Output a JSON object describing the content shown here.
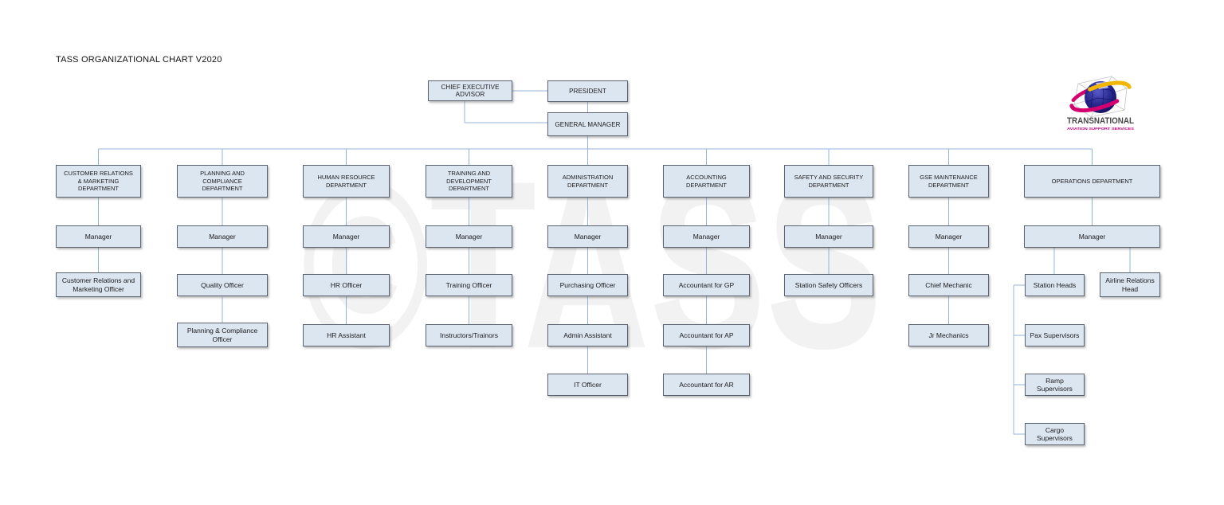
{
  "title": "TASS ORGANIZATIONAL CHART V2020",
  "watermark": "©TASS",
  "logo": {
    "name": "TRANSNATIONAL",
    "tagline": "AVIATION SUPPORT SERVICES",
    "globe_color": "#24248a",
    "swoosh_pink": "#d4006e",
    "swoosh_yellow": "#f2b705"
  },
  "colors": {
    "box_fill": "#dce6f1",
    "box_border": "#5b6370",
    "connector": "#95b3d7"
  },
  "org": {
    "advisor": "CHIEF EXECUTIVE ADVISOR",
    "president": "PRESIDENT",
    "general_manager": "GENERAL MANAGER",
    "departments": [
      {
        "label": "CUSTOMER RELATIONS & MARKETING DEPARTMENT",
        "roles": [
          "Manager",
          "Customer Relations and Marketing Officer"
        ]
      },
      {
        "label": "PLANNING AND COMPLIANCE DEPARTMENT",
        "roles": [
          "Manager",
          "Quality Officer",
          "Planning & Compliance Officer"
        ]
      },
      {
        "label": "HUMAN RESOURCE DEPARTMENT",
        "roles": [
          "Manager",
          "HR Officer",
          "HR Assistant"
        ]
      },
      {
        "label": "TRAINING AND DEVELOPMENT DEPARTMENT",
        "roles": [
          "Manager",
          "Training Officer",
          "Instructors/Trainors"
        ]
      },
      {
        "label": "ADMINISTRATION DEPARTMENT",
        "roles": [
          "Manager",
          "Purchasing Officer",
          "Admin Assistant",
          "IT Officer"
        ]
      },
      {
        "label": "ACCOUNTING DEPARTMENT",
        "roles": [
          "Manager",
          "Accountant for GP",
          "Accountant for AP",
          "Accountant for AR"
        ]
      },
      {
        "label": "SAFETY AND SECURITY DEPARTMENT",
        "roles": [
          "Manager",
          "Station Safety Officers"
        ]
      },
      {
        "label": "GSE MAINTENANCE DEPARTMENT",
        "roles": [
          "Manager",
          "Chief Mechanic",
          "Jr Mechanics"
        ]
      },
      {
        "label": "OPERATIONS DEPARTMENT",
        "roles": [
          "Manager",
          "Station Heads",
          "Airline Relations Head",
          "Pax Supervisors",
          "Ramp Supervisors",
          "Cargo Supervisors"
        ]
      }
    ]
  }
}
